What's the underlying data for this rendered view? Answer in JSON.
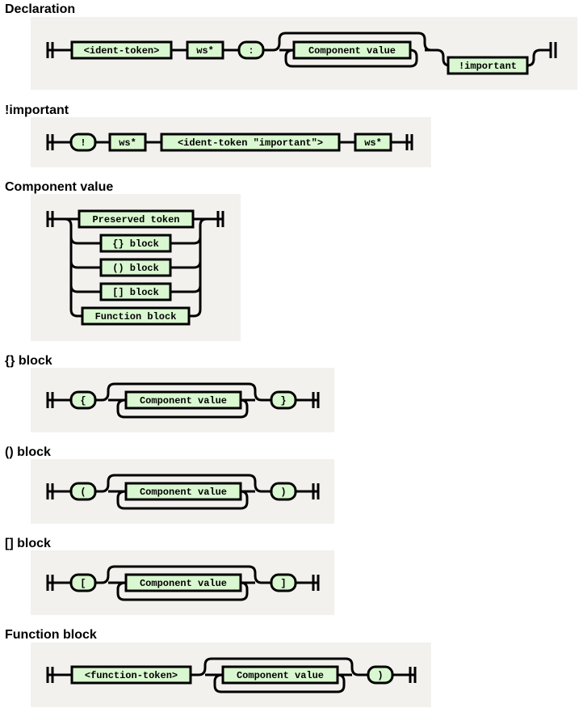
{
  "diagrams": {
    "declaration": {
      "title": "Declaration",
      "ident": "<ident-token>",
      "ws": "ws*",
      "colon": ":",
      "component": "Component value",
      "important": "!important"
    },
    "important": {
      "title": "!important",
      "bang": "!",
      "ws1": "ws*",
      "ident": "<ident-token \"important\">",
      "ws2": "ws*"
    },
    "component_value": {
      "title": "Component value",
      "items": [
        "Preserved token",
        "{} block",
        "() block",
        "[] block",
        "Function block"
      ]
    },
    "curly_block": {
      "title": "{} block",
      "open": "{",
      "component": "Component value",
      "close": "}"
    },
    "paren_block": {
      "title": "() block",
      "open": "(",
      "component": "Component value",
      "close": ")"
    },
    "square_block": {
      "title": "[] block",
      "open": "[",
      "component": "Component value",
      "close": "]"
    },
    "function_block": {
      "title": "Function block",
      "func": "<function-token>",
      "component": "Component value",
      "close": ")"
    }
  }
}
